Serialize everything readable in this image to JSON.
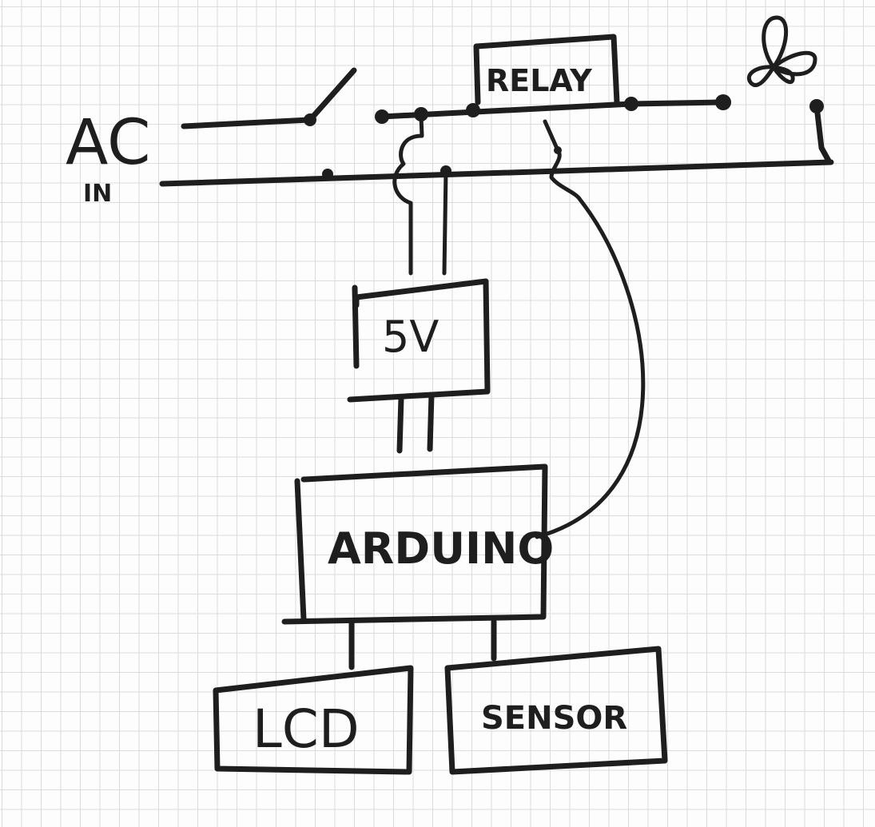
{
  "labels": {
    "ac": "AC",
    "in": "IN",
    "relay": "RELAY",
    "psu": "5V",
    "arduino": "ARDUINO",
    "lcd": "LCD",
    "sensor": "SENSOR"
  },
  "icons": {
    "fan": "fan-icon",
    "switch": "switch-icon"
  },
  "colors": {
    "ink": "#1e1e1e",
    "grid": "#dcdcdc",
    "paper": "#fdfdfd"
  }
}
